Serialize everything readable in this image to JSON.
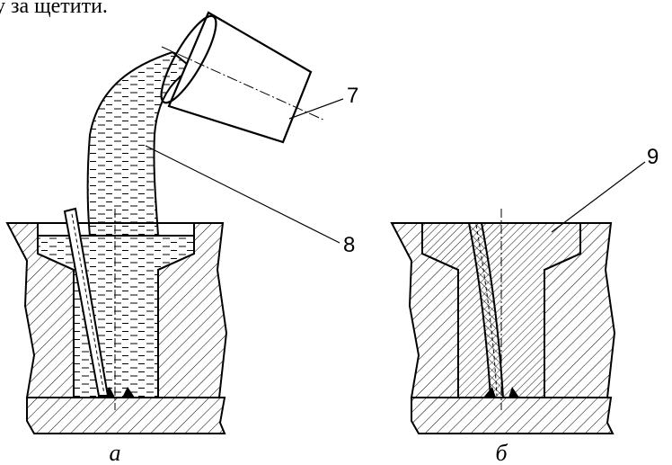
{
  "header_fragment": "у за щетити.",
  "labels": {
    "ladle": "7",
    "stream": "8",
    "fill": "9"
  },
  "captions": {
    "left": "а",
    "right": "б"
  }
}
